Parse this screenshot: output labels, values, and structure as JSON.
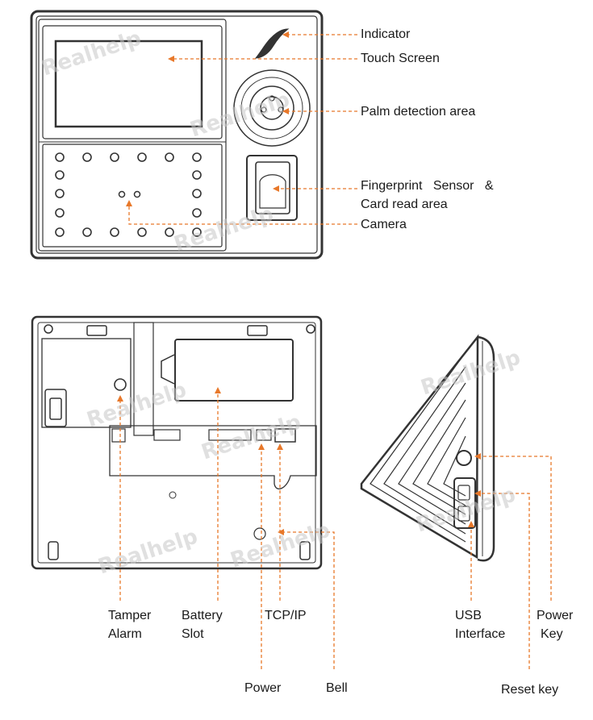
{
  "labels": {
    "indicator": "Indicator",
    "touch_screen": "Touch Screen",
    "palm_detection_area": "Palm detection area",
    "fingerprint_sensor_line1": "Fingerprint   Sensor   &",
    "card_read_area_line2": "Card read area",
    "camera": "Camera",
    "tamper_alarm_line1": "Tamper",
    "tamper_alarm_line2": "Alarm",
    "battery_slot_line1": "Battery",
    "battery_slot_line2": "Slot",
    "tcp_ip": "TCP/IP",
    "power": "Power",
    "bell": "Bell",
    "usb_interface_line1": "USB",
    "usb_interface_line2": "Interface",
    "power_key_line1": "Power",
    "power_key_line2": "Key",
    "reset_key": "Reset key"
  },
  "watermark": "Realhelp",
  "colors": {
    "leader_line": "#e8782a",
    "outline": "#333333",
    "label_text": "#1a1a1a",
    "watermark": "#c8c8c8"
  }
}
